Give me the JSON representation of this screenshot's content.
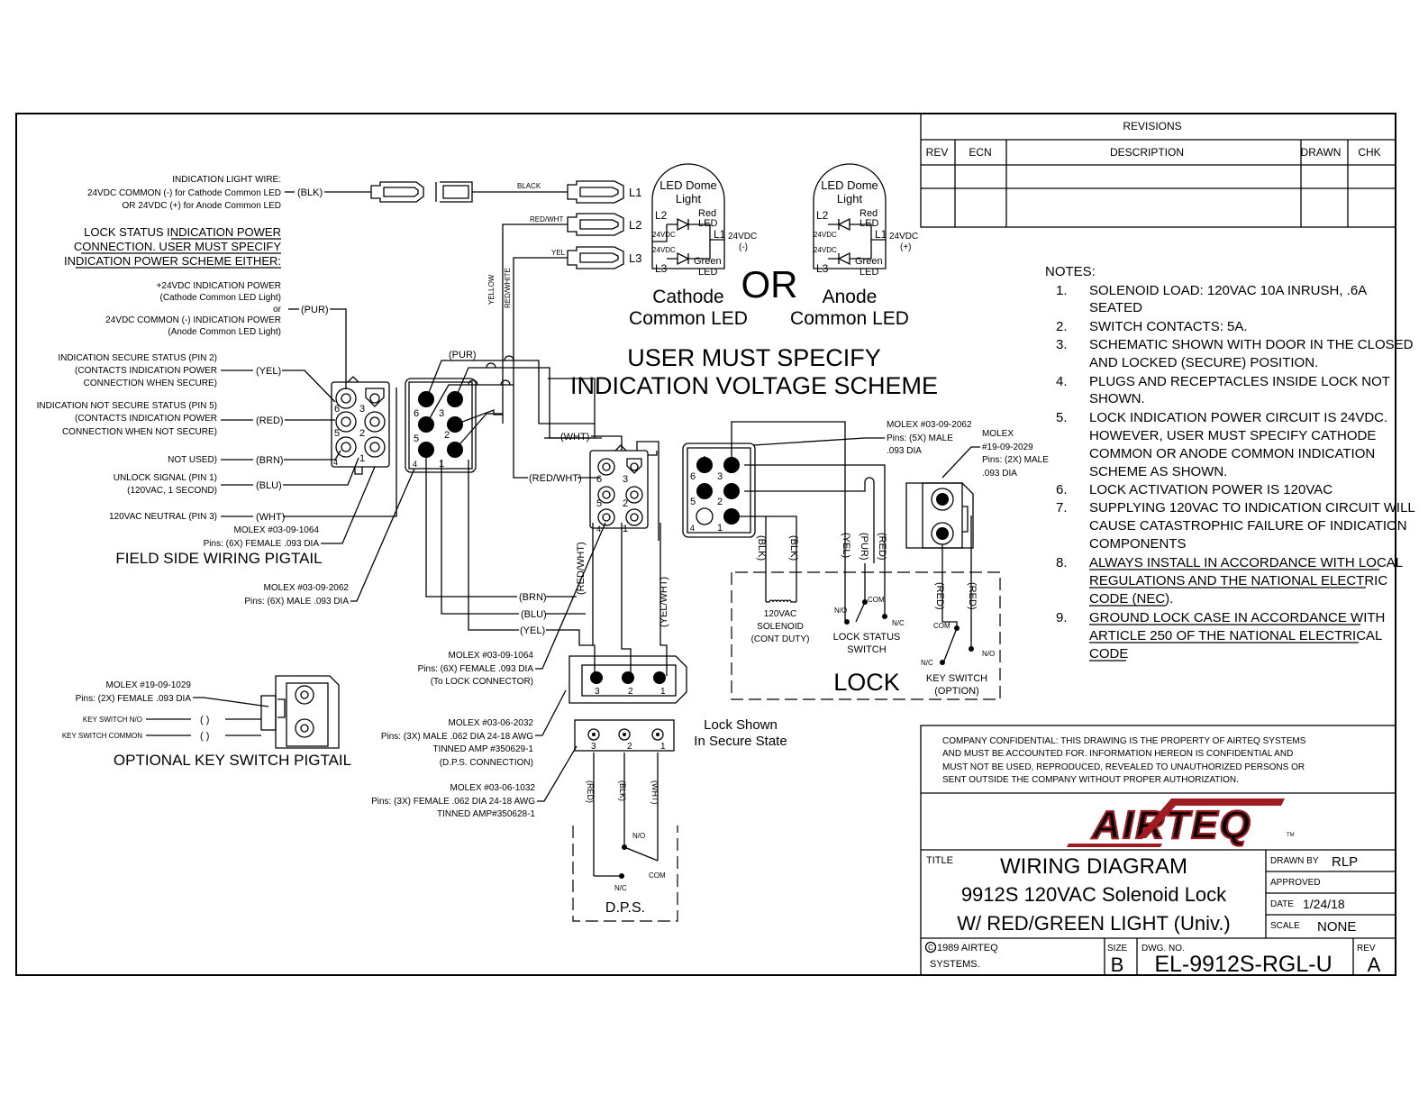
{
  "revisions": {
    "title": "REVISIONS",
    "headers": [
      "REV",
      "ECN",
      "DESCRIPTION",
      "DRAWN",
      "CHK"
    ]
  },
  "indication_wire": {
    "line1": "INDICATION LIGHT WIRE:",
    "line2": "24VDC COMMON (-) for Cathode Common LED",
    "line3": "OR   24VDC (+) for Anode Common LED",
    "wire": "(BLK)"
  },
  "power_conn": {
    "line1": "LOCK STATUS INDICATION POWER",
    "line2": "CONNECTION.  USER MUST SPECIFY",
    "line3": "INDICATION POWER SCHEME EITHER:"
  },
  "pur_note": {
    "line1": "+24VDC INDICATION POWER",
    "line2": "(Cathode Common LED Light)",
    "line3": "or",
    "line4": "24VDC COMMON (-) INDICATION POWER",
    "line5": "(Anode Common LED Light)",
    "wire": "(PUR)"
  },
  "secure_note": {
    "line1": "INDICATION SECURE STATUS (PIN 2)",
    "line2": "(CONTACTS INDICATION POWER",
    "line3": "CONNECTION WHEN SECURE)",
    "wire": "(YEL)"
  },
  "not_secure_note": {
    "line1": "INDICATION NOT SECURE STATUS (PIN 5)",
    "line2": "(CONTACTS INDICATION POWER",
    "line3": "CONNECTION WHEN NOT SECURE)",
    "wire": "(RED)"
  },
  "not_used": {
    "label": "NOT USED)",
    "wire": "(BRN)"
  },
  "unlock": {
    "line1": "UNLOCK SIGNAL (PIN 1)",
    "line2": "(120VAC, 1 SECOND)",
    "wire": "(BLU)"
  },
  "neutral": {
    "label": "120VAC NEUTRAL (PIN 3)",
    "wire": "(WHT)"
  },
  "molex_1064_left": {
    "line1": "MOLEX #03-09-1064",
    "line2": "Pins: (6X) FEMALE .093 DIA"
  },
  "field_title": "FIELD SIDE WIRING PIGTAIL",
  "molex_2062_left": {
    "line1": "MOLEX #03-09-2062",
    "line2": "Pins: (6X) MALE .093 DIA"
  },
  "wires": {
    "black": "BLACK",
    "red_wht": "RED/WHT",
    "yel": "YEL",
    "yellow_v": "YELLOW",
    "red_white_v": "RED/WHITE",
    "pur": "(PUR)",
    "wht": "(WHT)",
    "red_wht_p": "(RED/WHT)",
    "brn": "(BRN)",
    "blu": "(BLU)",
    "yel_p": "(YEL)",
    "red_wht_v": "(RED/WHT)",
    "yel_wht_v": "(YEL/WHT)"
  },
  "terminals": {
    "l1": "L1",
    "l2": "L2",
    "l3": "L3"
  },
  "led_cathode": {
    "dome1": "LED Dome",
    "dome2": "Light",
    "red1": "Red",
    "red2": "LED",
    "green1": "Green",
    "green2": "LED",
    "v1": "24VDC",
    "v2": "24VDC",
    "out1": "24VDC",
    "out2": "(-)",
    "l1": "L1",
    "l2": "L2",
    "l3": "L3",
    "caption1": "Cathode",
    "caption2": "Common LED"
  },
  "or_label": "OR",
  "led_anode": {
    "dome1": "LED Dome",
    "dome2": "Light",
    "red1": "Red",
    "red2": "LED",
    "green1": "Green",
    "green2": "LED",
    "v1": "24VDC",
    "v2": "24VDC",
    "out1": "24VDC",
    "out2": "(+)",
    "l1": "L1",
    "l2": "L2",
    "l3": "L3",
    "caption1": "Anode",
    "caption2": "Common LED"
  },
  "specify": {
    "line1": "USER MUST SPECIFY",
    "line2": "INDICATION VOLTAGE SCHEME"
  },
  "notes": {
    "title": "NOTES:",
    "items": [
      {
        "num": "1.",
        "lines": [
          "SOLENOID LOAD: 120VAC 10A INRUSH, .6A",
          "SEATED"
        ]
      },
      {
        "num": "2.",
        "lines": [
          "SWITCH CONTACTS: 5A."
        ]
      },
      {
        "num": "3.",
        "lines": [
          "SCHEMATIC SHOWN WITH DOOR IN THE CLOSED",
          "AND LOCKED (SECURE) POSITION."
        ]
      },
      {
        "num": "4.",
        "lines": [
          "PLUGS AND RECEPTACLES INSIDE LOCK NOT",
          "SHOWN."
        ]
      },
      {
        "num": "5.",
        "lines": [
          "LOCK INDICATION POWER CIRCUIT IS 24VDC.",
          "HOWEVER, USER MUST SPECIFY CATHODE",
          "COMMON OR ANODE COMMON INDICATION",
          "SCHEME AS SHOWN."
        ]
      },
      {
        "num": "6.",
        "lines": [
          "LOCK ACTIVATION POWER IS 120VAC"
        ]
      },
      {
        "num": "7.",
        "lines": [
          "SUPPLYING 120VAC TO INDICATION CIRCUIT WILL",
          "CAUSE CATASTROPHIC FAILURE OF INDICATION",
          "COMPONENTS"
        ]
      },
      {
        "num": "8.",
        "lines": [
          "ALWAYS INSTALL IN ACCORDANCE WITH LOCAL",
          "REGULATIONS AND THE NATIONAL ELECTRIC",
          "CODE (NEC)."
        ]
      },
      {
        "num": "9.",
        "lines": [
          "GROUND LOCK CASE IN ACCORDANCE WITH",
          "ARTICLE 250 OF THE NATIONAL ELECTRICAL",
          "CODE"
        ]
      }
    ]
  },
  "lock_molex_5x": {
    "line1": "MOLEX #03-09-2062",
    "line2": "Pins: (5X) MALE",
    "line3": ".093 DIA"
  },
  "lock_molex_2x": {
    "line1": "MOLEX",
    "line2": "#19-09-2029",
    "line3": "Pins: (2X) MALE",
    "line4": ".093 DIA"
  },
  "lock_wires": {
    "blk1": "(BLK)",
    "blk2": "(BLK)",
    "yel": "(YEL)",
    "pur": "(PUR)",
    "red": "(RED)",
    "red2": "(RED)",
    "red3": "(RED)"
  },
  "solenoid": {
    "line1": "120VAC",
    "line2": "SOLENOID",
    "line3": "(CONT DUTY)"
  },
  "lock_switch": {
    "no": "N/O",
    "com": "COM",
    "nc": "N/C",
    "line1": "LOCK STATUS",
    "line2": "SWITCH"
  },
  "lock_title": "LOCK",
  "key_switch": {
    "com": "COM",
    "nc": "N/C",
    "no": "N/O",
    "line1": "KEY SWITCH",
    "line2": "(OPTION)"
  },
  "molex_1064_mid": {
    "line1": "MOLEX #03-09-1064",
    "line2": "Pins: (6X) FEMALE .093 DIA",
    "line3": "(To LOCK CONNECTOR)"
  },
  "molex_2032": {
    "line1": "MOLEX #03-06-2032",
    "line2": "Pins: (3X) MALE .062 DIA 24-18 AWG",
    "line3": "TINNED AMP #350629-1",
    "line4": "(D.P.S. CONNECTION)"
  },
  "molex_1032": {
    "line1": "MOLEX #03-06-1032",
    "line2": "Pins: (3X) FEMALE .062 DIA 24-18 AWG",
    "line3": "TINNED AMP#350628-1"
  },
  "lock_shown": {
    "line1": "Lock Shown",
    "line2": "In Secure State"
  },
  "dps": {
    "red": "(RED)",
    "blk": "(BLK)",
    "wht": "(WHT)",
    "no": "N/O",
    "com": "COM",
    "nc": "N/C",
    "title": "D.P.S."
  },
  "pins": {
    "p1": "1",
    "p2": "2",
    "p3": "3",
    "p4": "4",
    "p5": "5",
    "p6": "6"
  },
  "key_pigtail": {
    "molex1": "MOLEX #19-09-1029",
    "molex2": "Pins: (2X) FEMALE .093 DIA",
    "no": "KEY SWITCH N/O",
    "com": "KEY SWITCH COMMON",
    "paren": "(     )",
    "title": "OPTIONAL KEY SWITCH PIGTAIL"
  },
  "confidential": {
    "line1": "COMPANY CONFIDENTIAL: THIS DRAWING IS THE PROPERTY OF AIRTEQ SYSTEMS",
    "line2": "AND MUST BE ACCOUNTED FOR. INFORMATION HEREON IS CONFIDENTIAL AND",
    "line3": "MUST NOT BE USED, REPRODUCED, REVEALED TO UNAUTHORIZED PERSONS OR",
    "line4": "SENT OUTSIDE THE COMPANY WITHOUT PROPER AUTHORIZATION."
  },
  "logo": {
    "text": "AIRTEQ",
    "tm": "TM",
    "color": "#9e1b22"
  },
  "title_block": {
    "title_label": "TITLE",
    "title1": "WIRING DIAGRAM",
    "title2": "9912S 120VAC Solenoid Lock",
    "title3": "W/  RED/GREEN LIGHT (Univ.)",
    "drawn_by_label": "DRAWN BY",
    "drawn_by": "RLP",
    "approved_label": "APPROVED",
    "date_label": "DATE",
    "date": "1/24/18",
    "scale_label": "SCALE",
    "scale": "NONE",
    "copyright1": "1989 AIRTEQ",
    "copyright_c": "C",
    "copyright2": "SYSTEMS.",
    "size_label": "SIZE",
    "size": "B",
    "dwg_label": "DWG. NO.",
    "dwg": "EL-9912S-RGL-U",
    "rev_label": "REV",
    "rev": "A"
  }
}
